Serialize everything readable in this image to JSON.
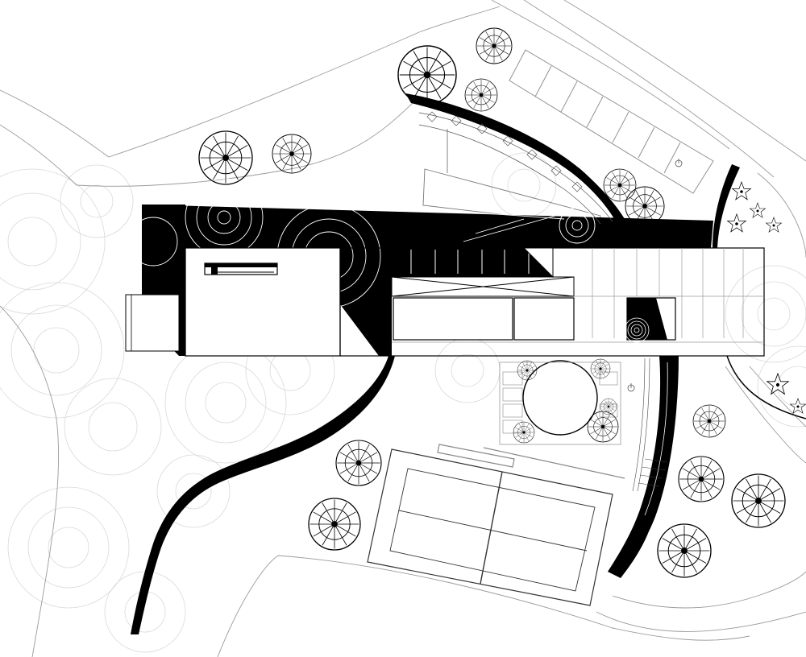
{
  "drawing": {
    "type": "architectural site plan",
    "background_color": "#ffffff",
    "ink_color": "#000000",
    "linework_color": "#bdbdbd",
    "labels": []
  },
  "elements": {
    "building": {
      "fill": "#000000",
      "interior_fill": "#ffffff"
    },
    "curved_walls": {
      "count": 4,
      "fill": "#000000"
    },
    "tennis_court": {
      "line_color": "#333333"
    },
    "parking": {
      "stalls_visible": 7,
      "accessible_symbols": 2,
      "icon": "accessible-icon"
    },
    "trees": {
      "icon": "tree-icon",
      "count": 18
    },
    "shrubs": {
      "icon": "star-shrub-icon",
      "count": 6
    },
    "circular_courtyard": {
      "icon": "circle-plaza-icon"
    },
    "contours": {
      "icon": "concentric-rings-icon"
    }
  }
}
